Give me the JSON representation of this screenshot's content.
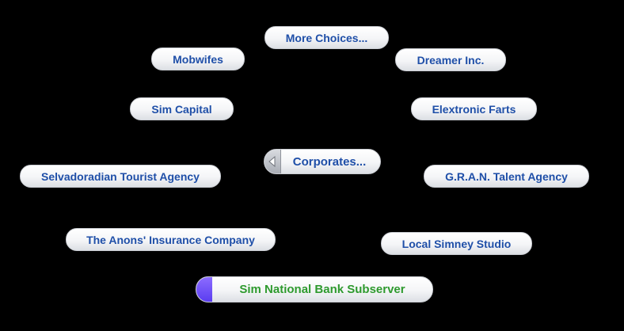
{
  "pie_menu": {
    "center": {
      "label": "Corporates...",
      "back_icon": "back-arrow-icon"
    },
    "options": [
      {
        "id": "more-choices",
        "label": "More Choices..."
      },
      {
        "id": "mobwifes",
        "label": "Mobwifes"
      },
      {
        "id": "dreamer-inc",
        "label": "Dreamer Inc."
      },
      {
        "id": "sim-capital",
        "label": "Sim Capital"
      },
      {
        "id": "elextronic-farts",
        "label": "Elextronic Farts"
      },
      {
        "id": "selvadoradian-tourist-agency",
        "label": "Selvadoradian Tourist Agency"
      },
      {
        "id": "gran-talent-agency",
        "label": "G.R.A.N. Talent Agency"
      },
      {
        "id": "anons-insurance-company",
        "label": "The Anons' Insurance Company"
      },
      {
        "id": "local-simney-studio",
        "label": "Local Simney Studio"
      },
      {
        "id": "sim-national-bank-subserver",
        "label": "Sim National Bank Subserver",
        "highlighted": true
      }
    ]
  },
  "colors": {
    "label_text": "#1f4fa8",
    "highlight_text": "#2e9a2e",
    "highlight_accent": "#6a4cff",
    "background": "#000000"
  }
}
